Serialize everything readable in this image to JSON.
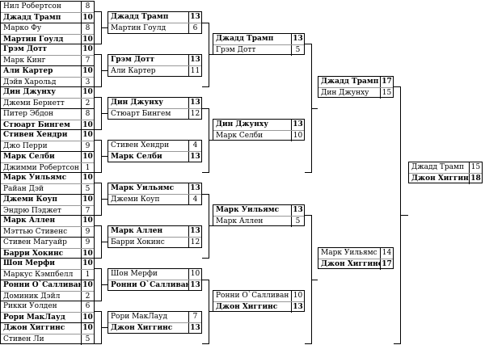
{
  "rounds": [
    [
      [
        [
          "Нил Робертсон",
          8
        ],
        [
          "Джадд Трамп",
          10,
          1
        ]
      ],
      [
        [
          "Марко Фу",
          8
        ],
        [
          "Мартин Гоулд",
          10,
          1
        ]
      ],
      [
        [
          "Грэм Дотт",
          10,
          1
        ],
        [
          "Марк Кинг",
          7
        ]
      ],
      [
        [
          "Али Картер",
          10,
          1
        ],
        [
          "Дэйв Харольд",
          3
        ]
      ],
      [
        [
          "Дин Джунху",
          10,
          1
        ],
        [
          "Джеми Бернетт",
          2
        ]
      ],
      [
        [
          "Питер Эбдон",
          8
        ],
        [
          "Стюарт Бингем",
          10,
          1
        ]
      ],
      [
        [
          "Стивен Хендри",
          10,
          1
        ],
        [
          "Джо Перри",
          9
        ]
      ],
      [
        [
          "Марк Селби",
          10,
          1
        ],
        [
          "Джимми Робертсон",
          1
        ]
      ],
      [
        [
          "Марк Уильямс",
          10,
          1
        ],
        [
          "Райан Дэй",
          5
        ]
      ],
      [
        [
          "Джеми Коуп",
          10,
          1
        ],
        [
          "Эндрю Пэджет",
          7
        ]
      ],
      [
        [
          "Марк Аллен",
          10,
          1
        ],
        [
          "Мэттью Стивенс",
          9
        ]
      ],
      [
        [
          "Стивен Магуайр",
          9
        ],
        [
          "Барри Хокинс",
          10,
          1
        ]
      ],
      [
        [
          "Шон Мерфи",
          10,
          1
        ],
        [
          "Маркус Кэмпбелл",
          1
        ]
      ],
      [
        [
          "Ронни О`Салливан",
          10,
          1
        ],
        [
          "Доминик Дэйл",
          2
        ]
      ],
      [
        [
          "Рикки Уолден",
          6
        ],
        [
          "Рори МакЛауд",
          10,
          1
        ]
      ],
      [
        [
          "Джон Хиггинс",
          10,
          1
        ],
        [
          "Стивен Ли",
          5
        ]
      ]
    ],
    [
      [
        [
          "Джадд Трамп",
          13,
          1
        ],
        [
          "Мартин Гоулд",
          6
        ]
      ],
      [
        [
          "Грэм Дотт",
          13,
          1
        ],
        [
          "Али Картер",
          11
        ]
      ],
      [
        [
          "Дин Джунху",
          13,
          1
        ],
        [
          "Стюарт Бингем",
          12
        ]
      ],
      [
        [
          "Стивен Хендри",
          4
        ],
        [
          "Марк Селби",
          13,
          1
        ]
      ],
      [
        [
          "Марк Уильямс",
          13,
          1
        ],
        [
          "Джеми Коуп",
          4
        ]
      ],
      [
        [
          "Марк Аллен",
          13,
          1
        ],
        [
          "Барри Хокинс",
          12
        ]
      ],
      [
        [
          "Шон Мерфи",
          10
        ],
        [
          "Ронни О`Салливан",
          13,
          1
        ]
      ],
      [
        [
          "Рори МакЛауд",
          7
        ],
        [
          "Джон Хиггинс",
          13,
          1
        ]
      ]
    ],
    [
      [
        [
          "Джадд Трамп",
          13,
          1
        ],
        [
          "Грэм Дотт",
          5
        ]
      ],
      [
        [
          "Дин Джунху",
          13,
          1
        ],
        [
          "Марк Селби",
          10
        ]
      ],
      [
        [
          "Марк Уильямс",
          13,
          1
        ],
        [
          "Марк Аллен",
          5
        ]
      ],
      [
        [
          "Ронни О`Салливан",
          10
        ],
        [
          "Джон Хиггинс",
          13,
          1
        ]
      ]
    ],
    [
      [
        [
          "Джадд Трамп",
          17,
          1
        ],
        [
          "Дин Джунху",
          15
        ]
      ],
      [
        [
          "Марк Уильямс",
          14
        ],
        [
          "Джон Хиггинс",
          17,
          1
        ]
      ]
    ],
    [
      [
        [
          "Джадд Трамп",
          15
        ],
        [
          "Джон Хиггинс",
          18,
          1
        ]
      ]
    ]
  ]
}
